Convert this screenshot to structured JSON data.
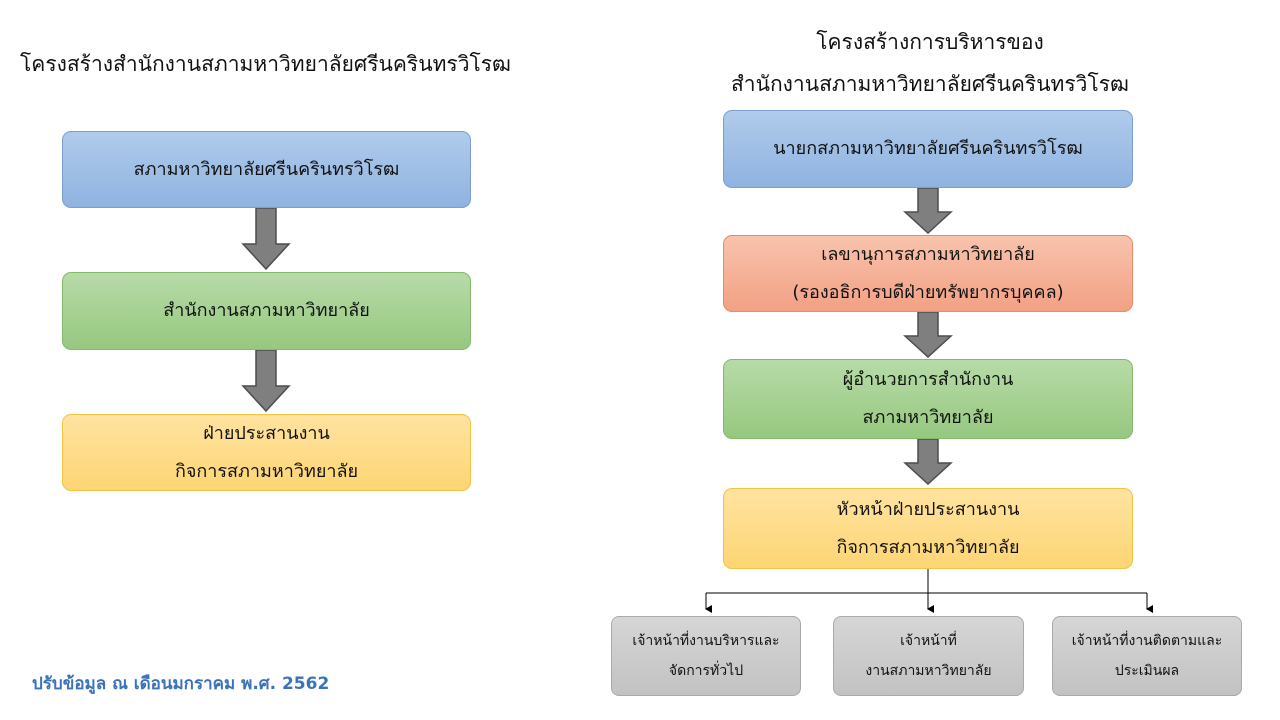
{
  "left": {
    "title": "โครงสร้างสำนักงานสภามหาวิทยาลัยศรีนครินทรวิโรฒ",
    "boxes": [
      {
        "lines": [
          "สภามหาวิทยาลัยศรีนครินทรวิโรฒ"
        ]
      },
      {
        "lines": [
          "สำนักงานสภามหาวิทยาลัย"
        ]
      },
      {
        "lines": [
          "ฝ่ายประสานงาน",
          "กิจการสภามหาวิทยาลัย"
        ]
      }
    ]
  },
  "right": {
    "title_line1": "โครงสร้างการบริหารของ",
    "title_line2": "สำนักงานสภามหาวิทยาลัยศรีนครินทรวิโรฒ",
    "boxes": [
      {
        "lines": [
          "นายกสภามหาวิทยาลัยศรีนครินทรวิโรฒ"
        ]
      },
      {
        "lines": [
          "เลขานุการสภามหาวิทยาลัย",
          "(รองอธิการบดีฝ่ายทรัพยากรบุคคล)"
        ]
      },
      {
        "lines": [
          "ผู้อำนวยการสำนักงาน",
          "สภามหาวิทยาลัย"
        ]
      },
      {
        "lines": [
          "หัวหน้าฝ่ายประสานงาน",
          "กิจการสภามหาวิทยาลัย"
        ]
      }
    ],
    "sub_boxes": [
      {
        "lines": [
          "เจ้าหน้าที่งานบริหารและ",
          "จัดการทั่วไป"
        ]
      },
      {
        "lines": [
          "เจ้าหน้าที่",
          "งานสภามหาวิทยาลัย"
        ]
      },
      {
        "lines": [
          "เจ้าหน้าที่งานติดตามและ",
          "ประเมินผล"
        ]
      }
    ]
  },
  "footer": "ปรับข้อมูล ณ เดือนมกราคม พ.ศ. 2562"
}
